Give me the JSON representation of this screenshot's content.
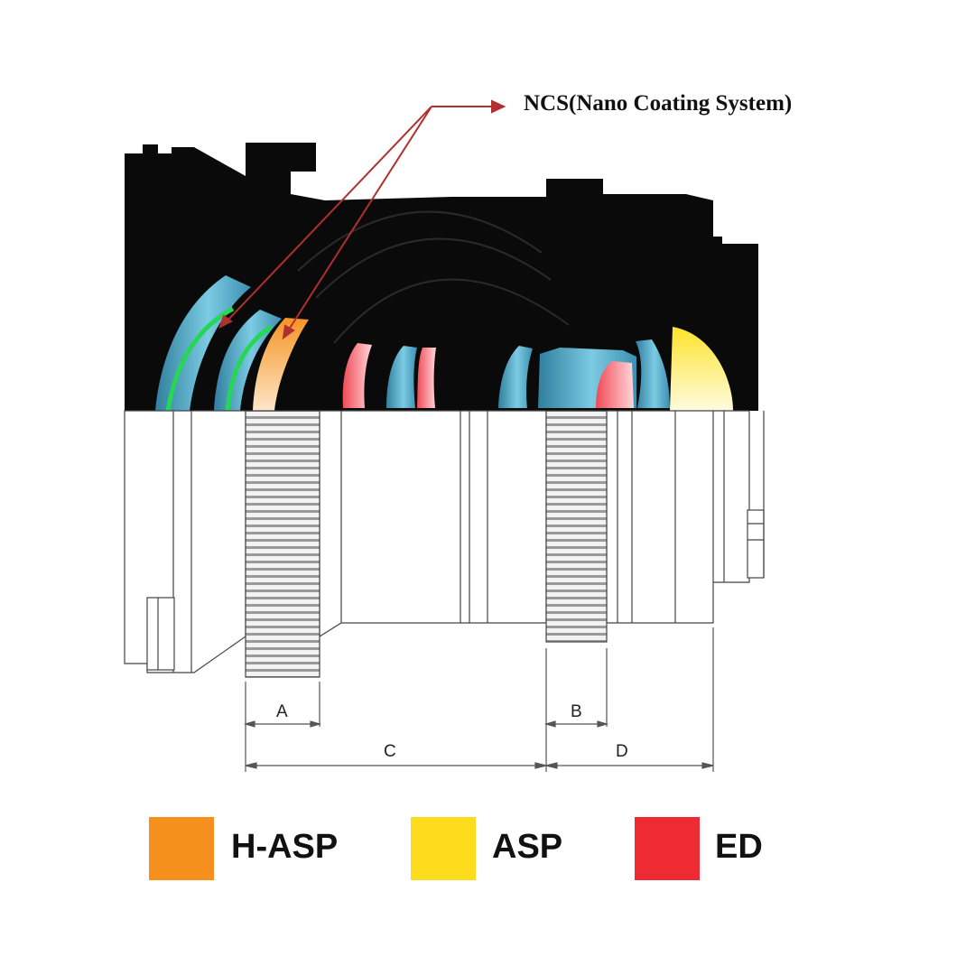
{
  "callout": {
    "label": "NCS(Nano Coating System)"
  },
  "dimensions": [
    "A",
    "B",
    "C",
    "D"
  ],
  "legend": [
    {
      "name": "h-asp",
      "label": "H-ASP",
      "color": "#f5901e"
    },
    {
      "name": "asp",
      "label": "ASP",
      "color": "#fddc1d"
    },
    {
      "name": "ed",
      "label": "ED",
      "color": "#ee2b33"
    }
  ],
  "colors": {
    "housing": "#0a0a0a",
    "lens_blue": "#6cc2dc",
    "coating_green": "#27d654",
    "arrow_red": "#b03030"
  }
}
